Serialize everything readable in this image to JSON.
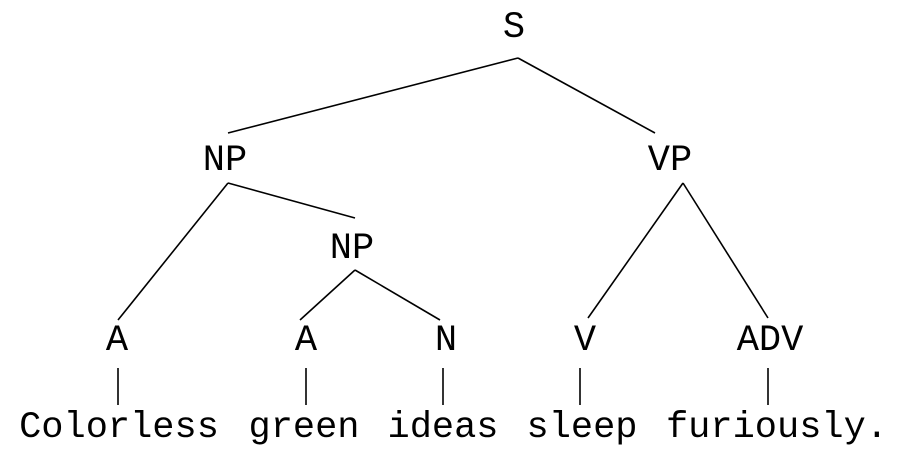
{
  "tree": {
    "root": "S",
    "np": "NP",
    "vp": "VP",
    "np_inner": "NP",
    "a1": "A",
    "a2": "A",
    "n": "N",
    "v": "V",
    "adv": "ADV"
  },
  "sentence": {
    "w1": "Colorless",
    "w2": "green",
    "w3": "ideas",
    "w4": "sleep",
    "w5": "furiously."
  }
}
